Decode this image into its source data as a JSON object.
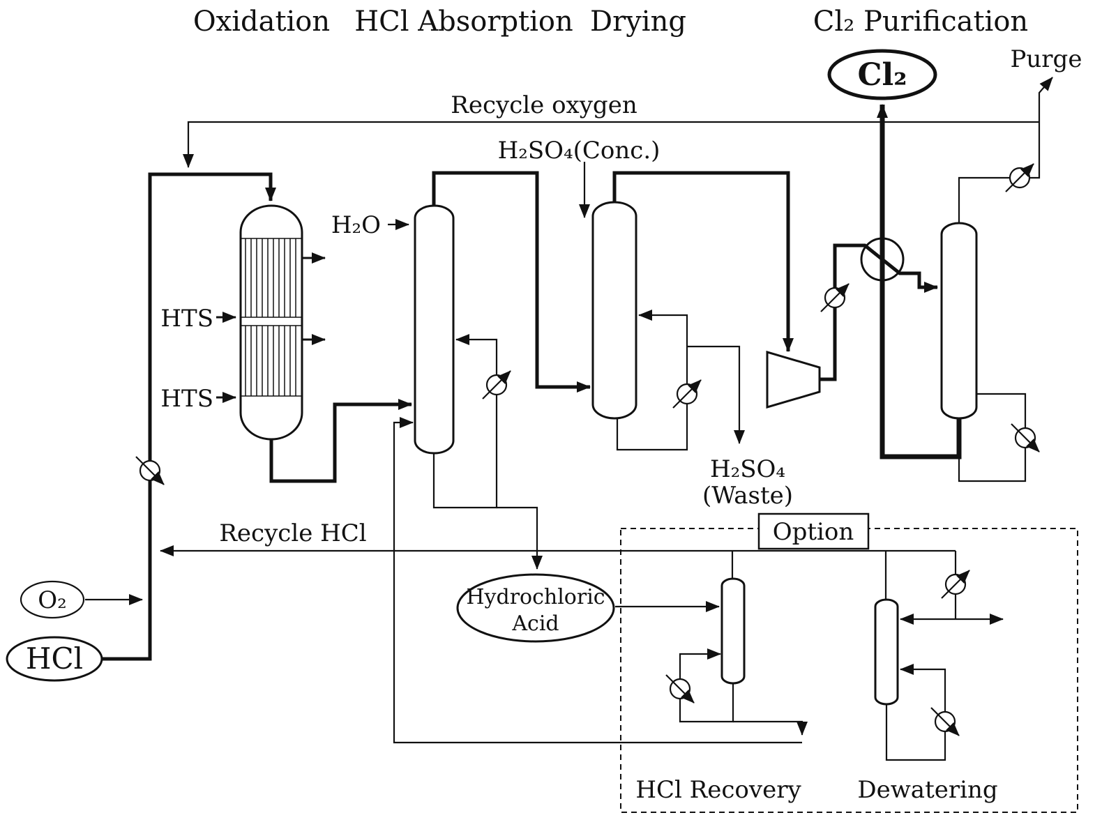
{
  "colors": {
    "ink": "#111111",
    "background": "#ffffff"
  },
  "sections": {
    "oxidation": "Oxidation",
    "absorption": "HCl Absorption",
    "drying": "Drying",
    "purification": "Cl₂ Purification"
  },
  "streams": {
    "purge": "Purge",
    "recycle_oxygen": "Recycle oxygen",
    "h2so4_conc": "H₂SO₄(Conc.)",
    "h2o": "H₂O",
    "hts_upper": "HTS",
    "hts_lower": "HTS",
    "recycle_hcl": "Recycle HCl",
    "h2so4_waste_1": "H₂SO₄",
    "h2so4_waste_2": "(Waste)"
  },
  "terminals": {
    "o2": "O₂",
    "hcl": "HCl",
    "cl2": "Cl₂",
    "hydrochloric_acid_1": "Hydrochloric",
    "hydrochloric_acid_2": "Acid"
  },
  "option": {
    "label": "Option",
    "hcl_recovery": "HCl Recovery",
    "dewatering": "Dewatering"
  }
}
